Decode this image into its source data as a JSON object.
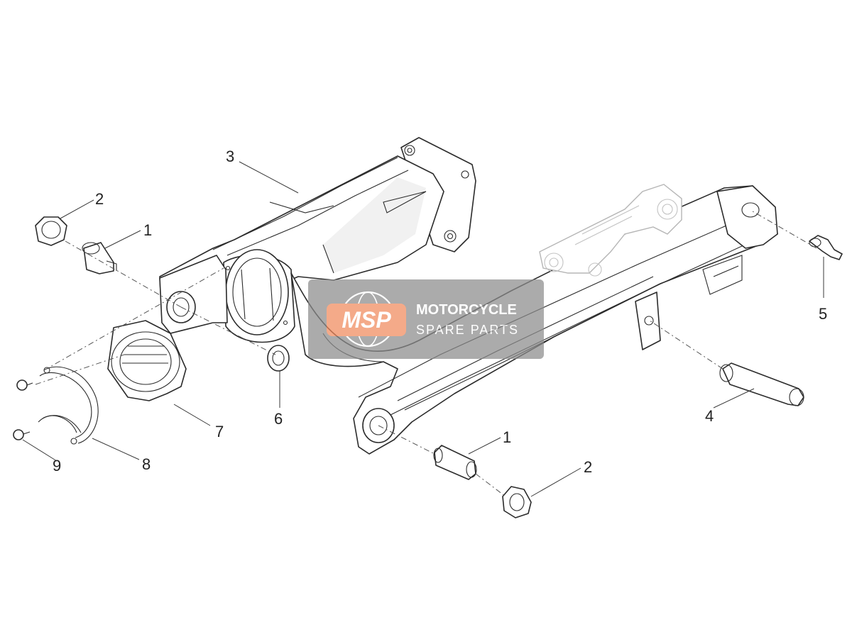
{
  "diagram": {
    "callouts": [
      {
        "id": "c3",
        "label": "3"
      },
      {
        "id": "c2a",
        "label": "2"
      },
      {
        "id": "c1a",
        "label": "1"
      },
      {
        "id": "c5",
        "label": "5"
      },
      {
        "id": "c6",
        "label": "6"
      },
      {
        "id": "c7",
        "label": "7"
      },
      {
        "id": "c8",
        "label": "8"
      },
      {
        "id": "c9",
        "label": "9"
      },
      {
        "id": "c4",
        "label": "4"
      },
      {
        "id": "c1b",
        "label": "1"
      },
      {
        "id": "c2b",
        "label": "2"
      }
    ]
  },
  "watermark": {
    "logo_text": "MSP",
    "line1": "MOTORCYCLE",
    "line2": "SPARE PARTS",
    "colors": {
      "panel": "#8c8c8c",
      "logo": "#f08a5d",
      "text": "#ffffff"
    }
  }
}
